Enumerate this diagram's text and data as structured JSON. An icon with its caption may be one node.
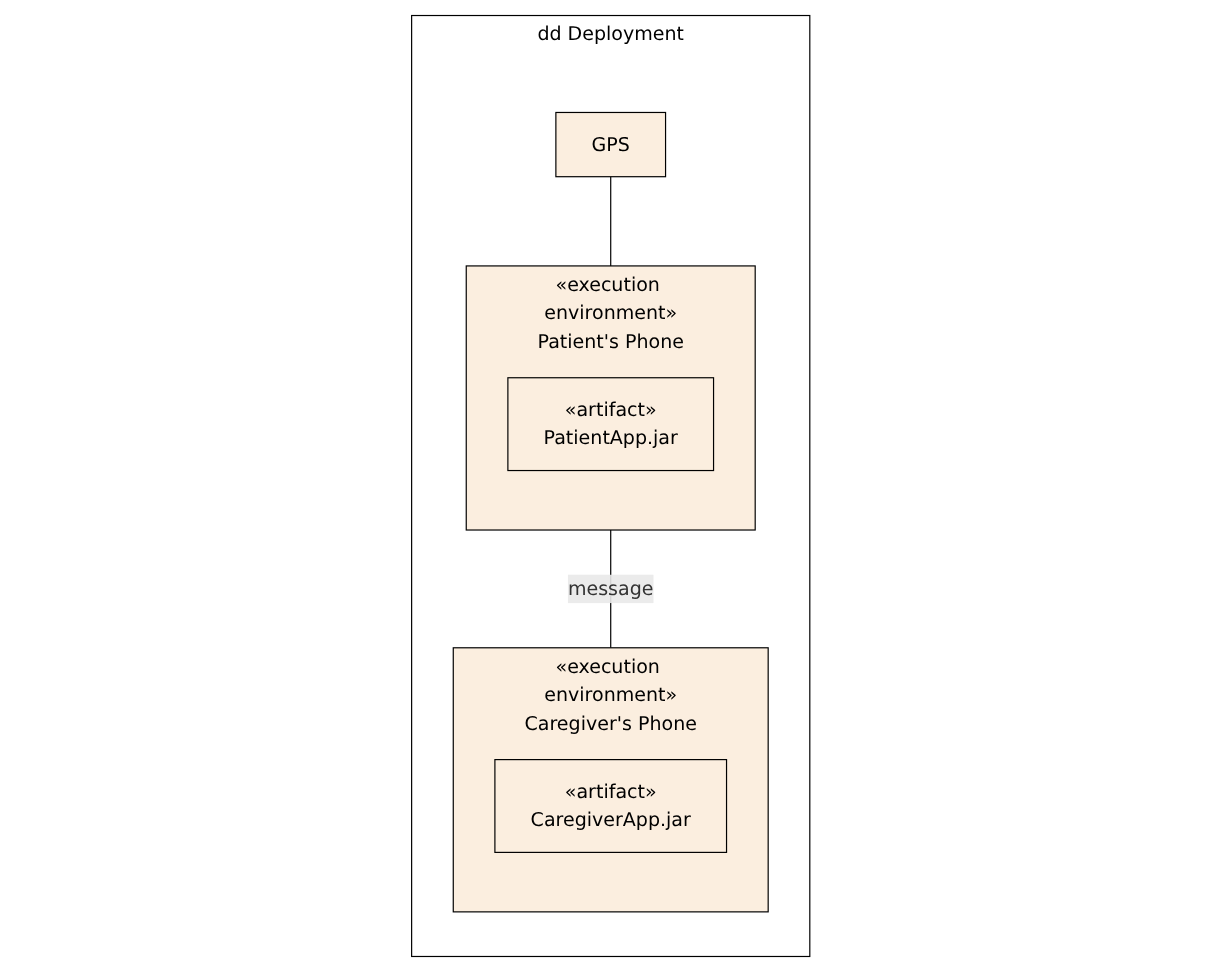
{
  "diagram": {
    "nodes": [
      {
        "text": [
          "dd Deployment"
        ]
      },
      {
        "text": [
          "GPS"
        ],
        "in": 0
      },
      {
        "text": [
          "«execution environment»",
          "Patient's Phone"
        ],
        "in": 0
      },
      {
        "text": [
          "«artifact»",
          "PatientApp.jar"
        ],
        "in": 2
      },
      {
        "text": [
          "«execution environment»",
          "Caregiver's Phone"
        ],
        "in": 0
      },
      {
        "text": [
          "«artifact»",
          "CaregiverApp.jar"
        ],
        "in": 4
      }
    ],
    "edges": [
      {
        "from": 1,
        "to": 2,
        "arrow": "none"
      },
      {
        "from": 2,
        "to": 4,
        "label": "message",
        "arrow": "none"
      }
    ]
  }
}
